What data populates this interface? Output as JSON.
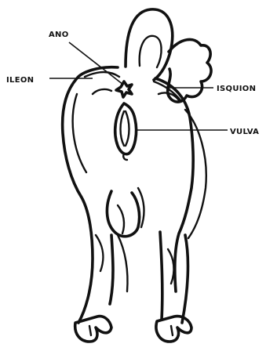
{
  "labels": {
    "ano": "ANO",
    "ileon": "ILEON",
    "isquion": "ISQUION",
    "vulva": "VULVA"
  },
  "colors": {
    "ink": "#111111",
    "background": "#ffffff"
  }
}
